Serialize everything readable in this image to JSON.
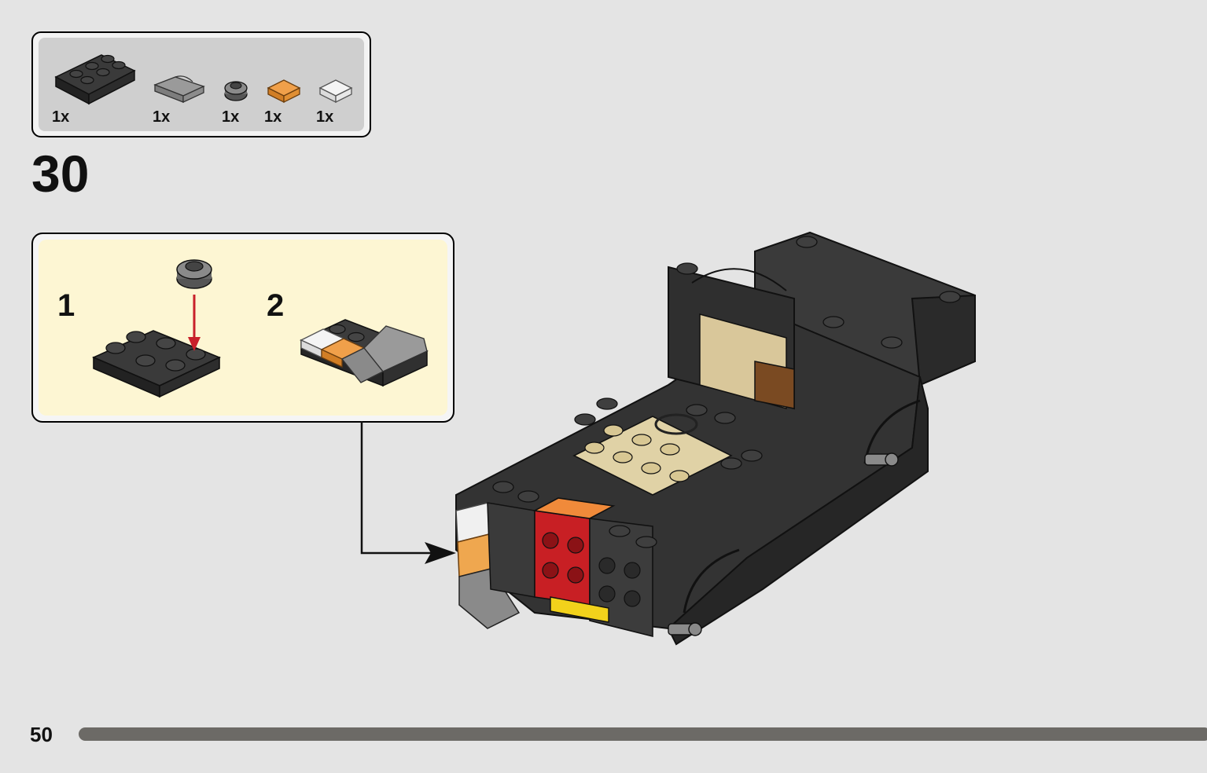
{
  "parts_list": {
    "items": [
      {
        "icon": "black-plate-2x3-icon",
        "qty": "1x"
      },
      {
        "icon": "grey-curved-slope-icon",
        "qty": "1x"
      },
      {
        "icon": "round-plate-1x1-icon",
        "qty": "1x"
      },
      {
        "icon": "orange-tile-1x1-icon",
        "qty": "1x"
      },
      {
        "icon": "clear-tile-1x1-icon",
        "qty": "1x"
      }
    ]
  },
  "step": {
    "number": "30"
  },
  "sub_steps": [
    {
      "number": "1"
    },
    {
      "number": "2"
    }
  ],
  "colors": {
    "background": "#e4e4e4",
    "sub_step_background": "#fdf6d3",
    "arrow_red": "#c8202a",
    "progress": "#6c6a66"
  },
  "footer": {
    "page_number": "50"
  },
  "progress": {
    "fraction": 1.0
  }
}
